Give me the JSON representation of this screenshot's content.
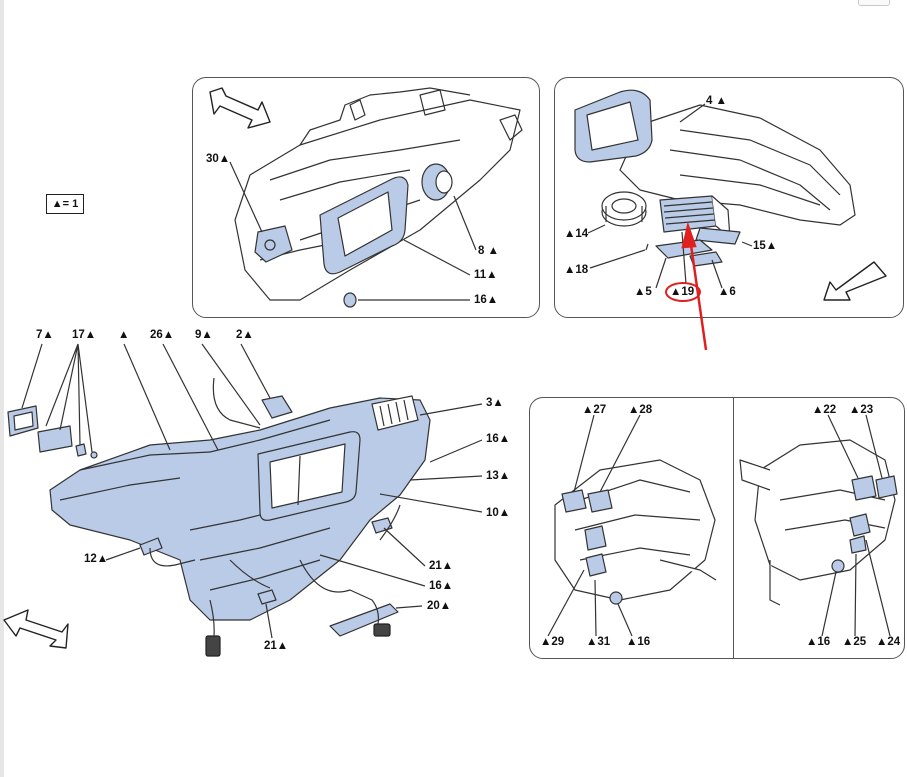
{
  "legend": {
    "text": "▲= 1"
  },
  "panel_top_left": {
    "labels": {
      "p30": "30▲",
      "p8": "8 ▲",
      "p11": "11▲",
      "p16": "16▲"
    }
  },
  "panel_top_right": {
    "labels": {
      "p4": "4 ▲",
      "p14": "▲14",
      "p18": "▲18",
      "p15": "15▲",
      "p5": "▲5",
      "p19": "▲19",
      "p6": "▲6"
    }
  },
  "main_assembly": {
    "labels": {
      "p7": "7▲",
      "p17": "17▲",
      "pA": "▲",
      "p26": "26▲",
      "p9": "9▲",
      "p2": "2▲",
      "p3": "3▲",
      "p16a": "16▲",
      "p13": "13▲",
      "p10": "10▲",
      "p12": "12▲",
      "p21a": "21▲",
      "p16b": "16▲",
      "p20": "20▲",
      "p21b": "21▲"
    }
  },
  "panel_bottom_left": {
    "labels": {
      "p27": "▲27",
      "p28": "▲28",
      "p29": "▲29",
      "p31": "▲31",
      "p16": "▲16"
    }
  },
  "panel_bottom_right": {
    "labels": {
      "p22": "▲22",
      "p23": "▲23",
      "p16": "▲16",
      "p25": "▲25",
      "p24": "▲24"
    }
  },
  "highlight": {
    "color": "#e02020",
    "fill_color": "#b9cbe6"
  }
}
